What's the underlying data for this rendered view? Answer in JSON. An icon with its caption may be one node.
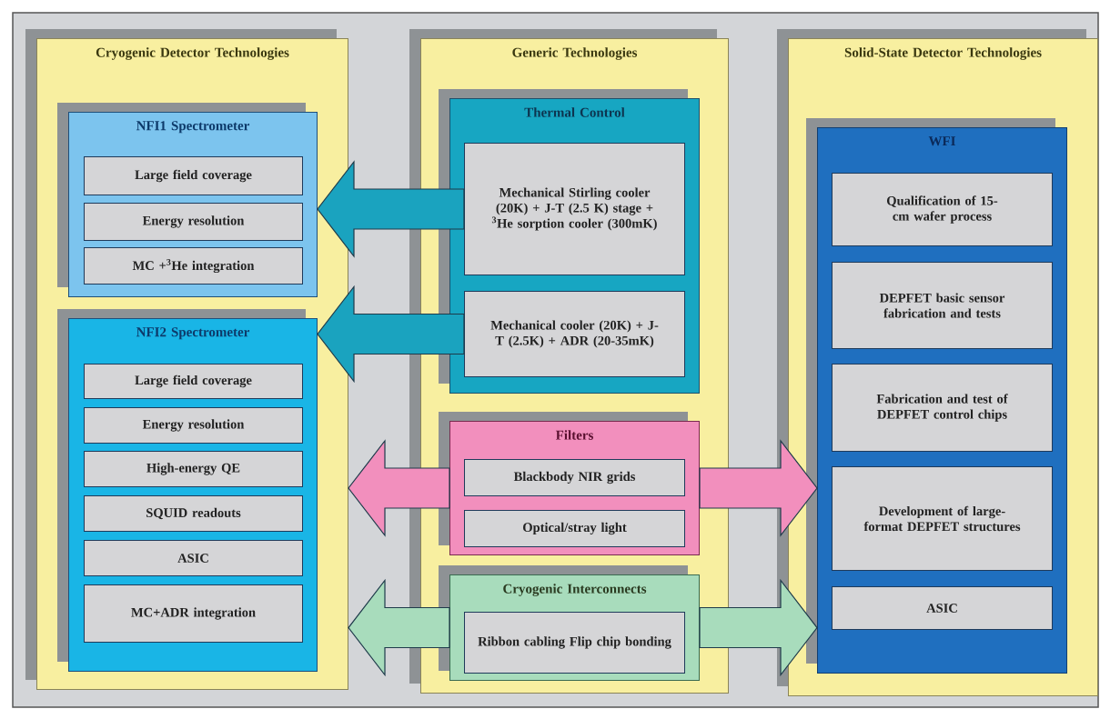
{
  "diagram": {
    "nodes": [
      {
        "text": [
          "Cryogenic Detector Technologies"
        ]
      },
      {
        "text": [
          "NFI1  Spectrometer"
        ],
        "in": 0
      },
      {
        "text": [
          "Large field coverage"
        ],
        "in": 1
      },
      {
        "text": [
          "Energy resolution"
        ],
        "in": 1
      },
      {
        "text": [
          "MC +$^{3}$He integration"
        ],
        "in": 1
      },
      {
        "text": [
          "NFI2 Spectrometer"
        ],
        "in": 0
      },
      {
        "text": [
          "Large field coverage"
        ],
        "in": 5
      },
      {
        "text": [
          "Energy resolution"
        ],
        "in": 5
      },
      {
        "text": [
          "High-energy QE"
        ],
        "in": 5
      },
      {
        "text": [
          "SQUID readouts"
        ],
        "in": 5
      },
      {
        "text": [
          "ASIC"
        ],
        "in": 5
      },
      {
        "text": [
          "MC+ADR integration"
        ],
        "in": 5
      },
      {
        "text": [
          "Generic Technologies"
        ]
      },
      {
        "text": [
          "Thermal Control"
        ],
        "in": 12
      },
      {
        "text": [
          "Mechanical Stirling cooler (20K) + J-T (2.5 K) stage + $^{3}$He sorption cooler (300mK)"
        ],
        "in": 13
      },
      {
        "text": [
          "Mechanical cooler (20K) + J-T (2.5K) + ADR (20-35mK)"
        ],
        "in": 13
      },
      {
        "text": [
          "Filters"
        ],
        "in": 12
      },
      {
        "text": [
          "Blackbody NIR grids"
        ],
        "in": 16
      },
      {
        "text": [
          "Optical/stray light"
        ],
        "in": 16
      },
      {
        "text": [
          "Cryogenic Interconnects"
        ],
        "in": 12
      },
      {
        "text": [
          "Ribbon cabling Flip chip bonding"
        ],
        "in": 19
      },
      {
        "text": [
          "Solid-State Detector Technologies"
        ]
      },
      {
        "text": [
          "WFI"
        ],
        "in": 21
      },
      {
        "text": [
          "Qualification of 15-cm wafer process"
        ],
        "in": 22
      },
      {
        "text": [
          "DEPFET basic sensor  fabrication and tests"
        ],
        "in": 22
      },
      {
        "text": [
          "Fabrication and test of DEPFET control chips"
        ],
        "in": 22
      },
      {
        "text": [
          "Development of large-format DEPFET structures"
        ],
        "in": 22
      },
      {
        "text": [
          "ASIC"
        ],
        "in": 22
      }
    ],
    "edges": [
      {
        "from": 14,
        "to": 1,
        "arrow": "to",
        "color": "#1aa3bf"
      },
      {
        "from": 15,
        "to": 5,
        "arrow": "to",
        "color": "#1aa3bf"
      },
      {
        "from": 16,
        "to": 0,
        "arrow": "to",
        "color": "#f28fbd"
      },
      {
        "from": 16,
        "to": 22,
        "arrow": "to",
        "color": "#f28fbd"
      },
      {
        "from": 19,
        "to": 0,
        "arrow": "to",
        "color": "#a8dcbc"
      },
      {
        "from": 19,
        "to": 22,
        "arrow": "to",
        "color": "#a8dcbc"
      }
    ]
  }
}
